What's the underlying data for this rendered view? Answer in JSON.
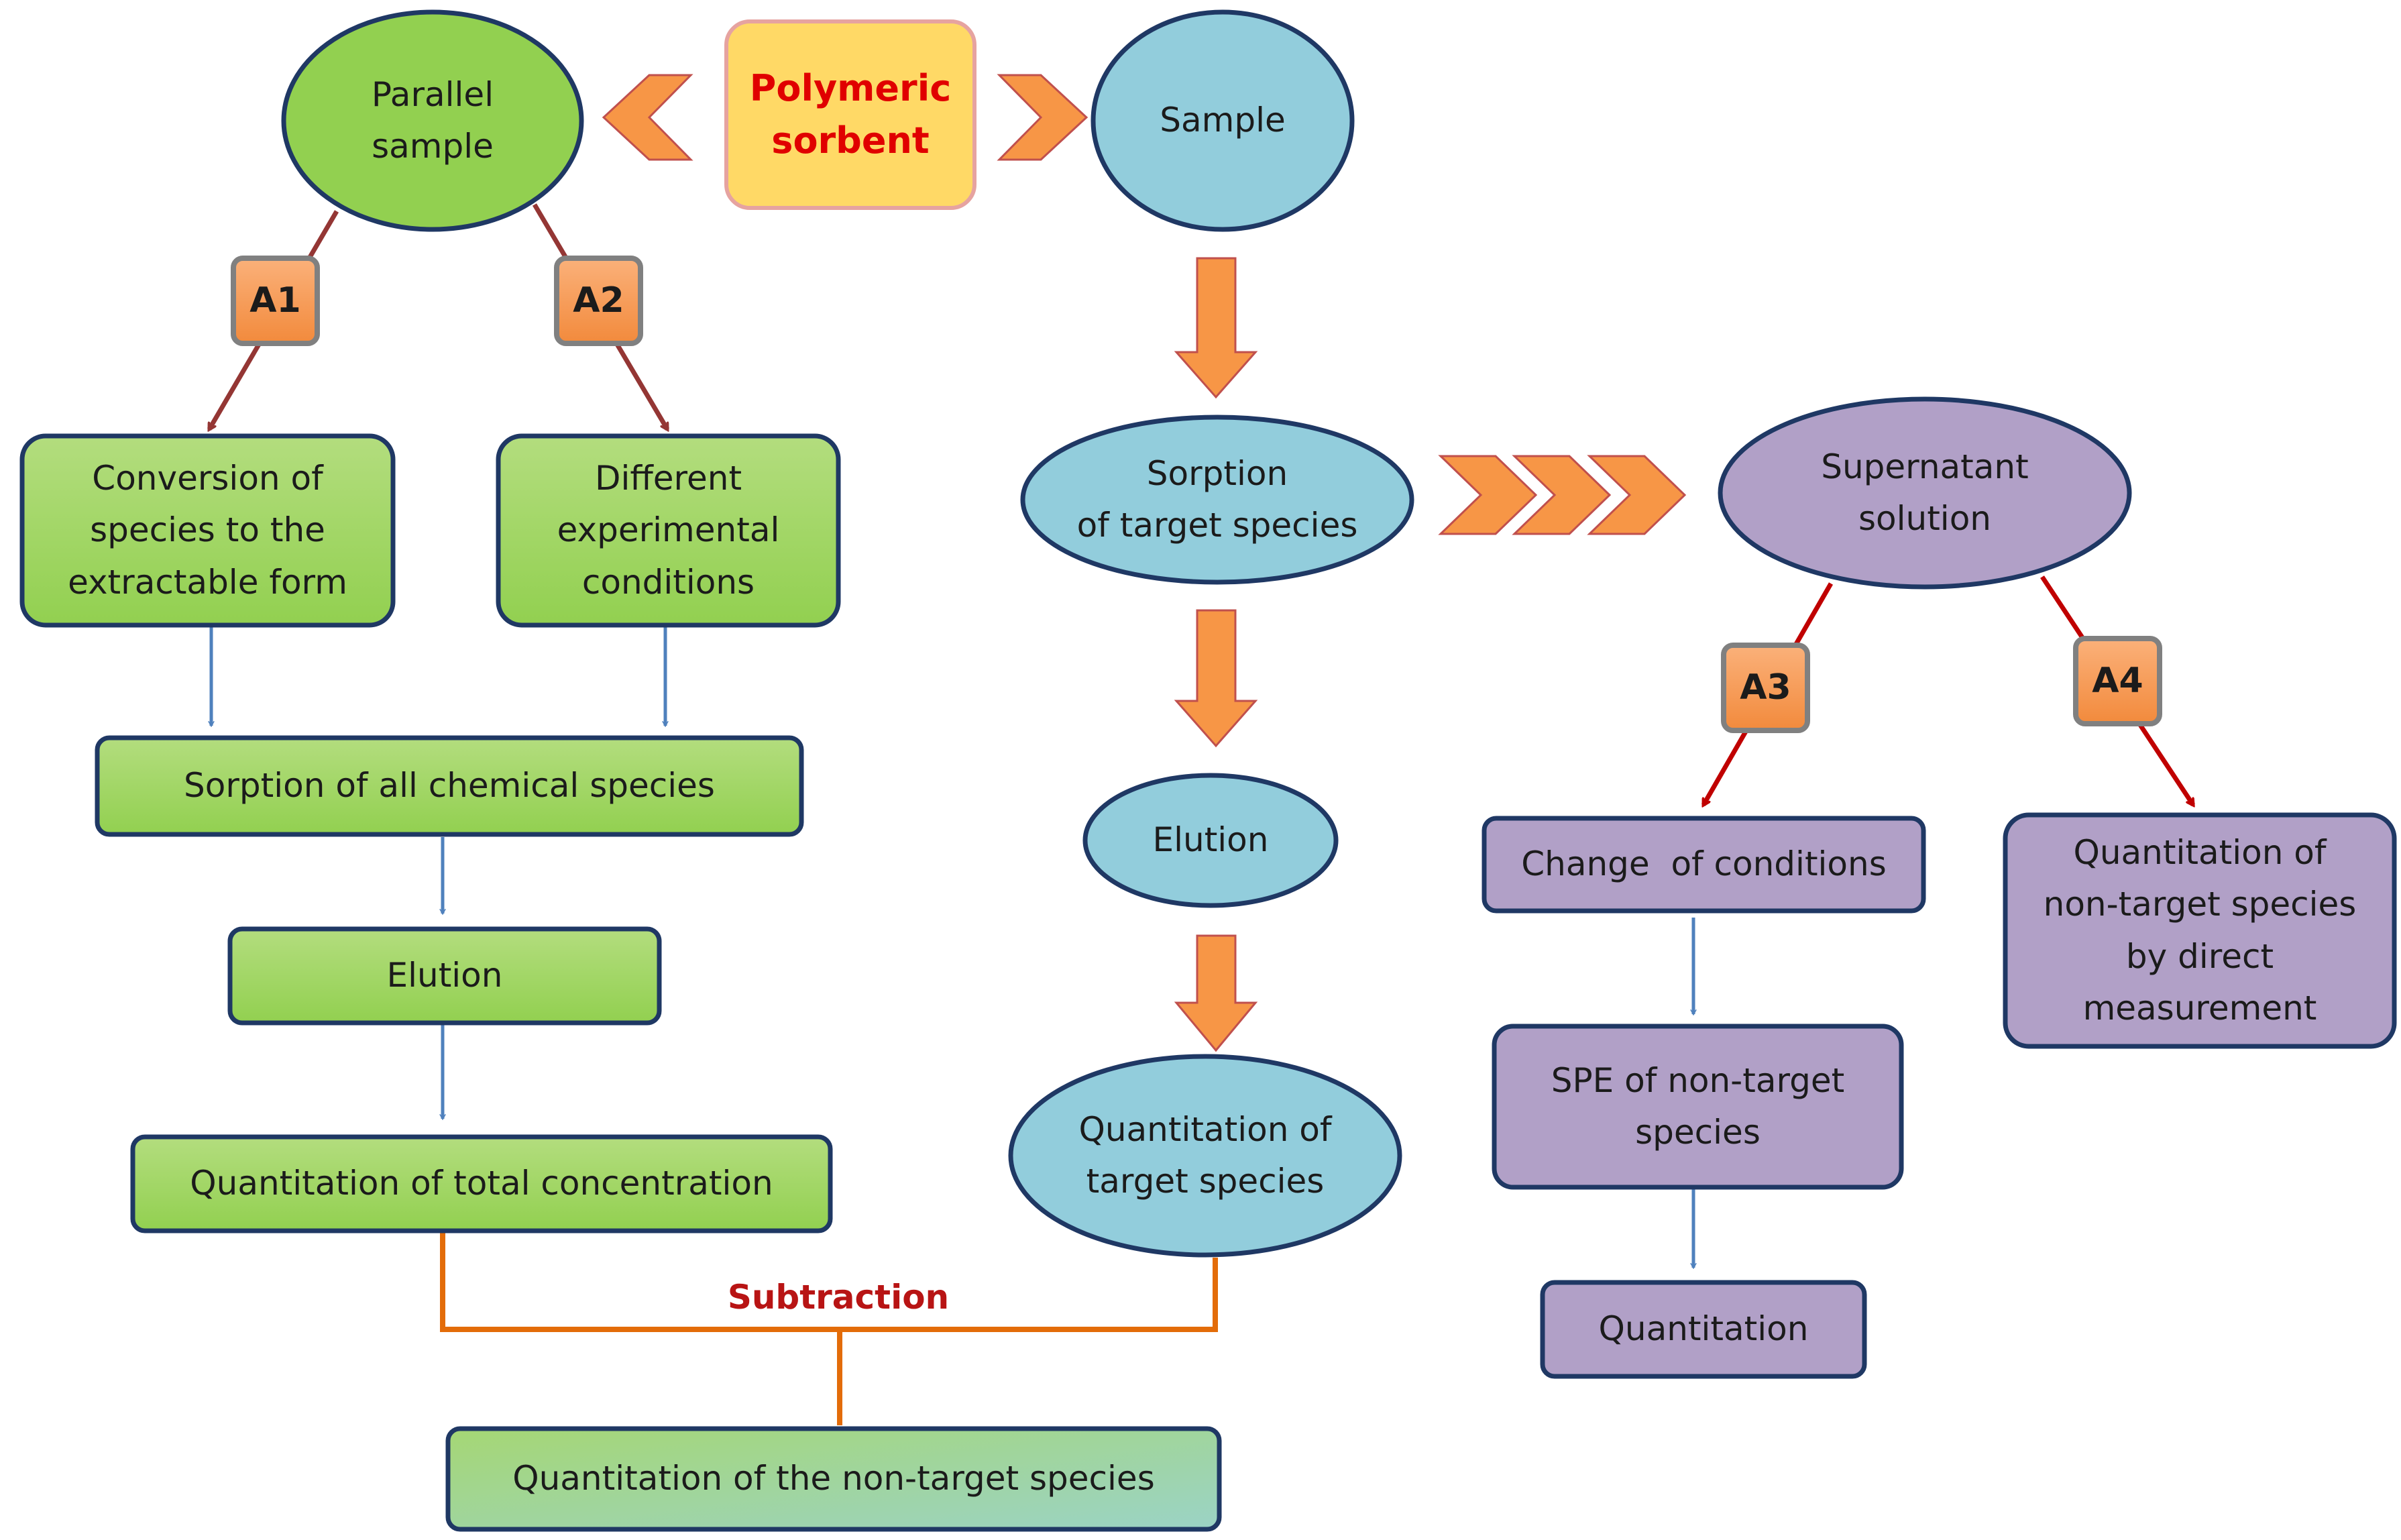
{
  "colors": {
    "green_fill": "#92d050",
    "green_stroke": "#1f3864",
    "blue_fill": "#92cddc",
    "purple_fill": "#b1a0c7",
    "orange_fill": "#f79646",
    "yellow_fill": "#ffd966",
    "red_text": "#e00000",
    "dark_red_arrow": "#943634",
    "bright_red_arrow": "#c00000",
    "connector_blue": "#4f81bd",
    "subtraction_orange": "#e36c09"
  },
  "nodes": {
    "polymeric_sorbent": "Polymeric\nsorbent",
    "parallel_sample": "Parallel\nsample",
    "sample": "Sample",
    "a1": "A1",
    "a2": "A2",
    "a3": "A3",
    "a4": "A4",
    "conversion": "Conversion of\nspecies to the\nextractable form",
    "different_conditions": "Different\nexperimental\nconditions",
    "sorption_all": "Sorption of all chemical species",
    "elution_left": "Elution",
    "quant_total": "Quantitation of total concentration",
    "subtraction": "Subtraction",
    "quant_nontarget": "Quantitation of the non-target species",
    "sorption_target": "Sorption\nof target species",
    "elution_mid": "Elution",
    "quant_target": "Quantitation of\ntarget species",
    "supernatant": "Supernatant\nsolution",
    "change_conditions": "Change  of conditions",
    "spe_nontarget": "SPE of non-target\nspecies",
    "quantitation": "Quantitation",
    "quant_direct": "Quantitation of\nnon-target species\nby direct\nmeasurement"
  }
}
